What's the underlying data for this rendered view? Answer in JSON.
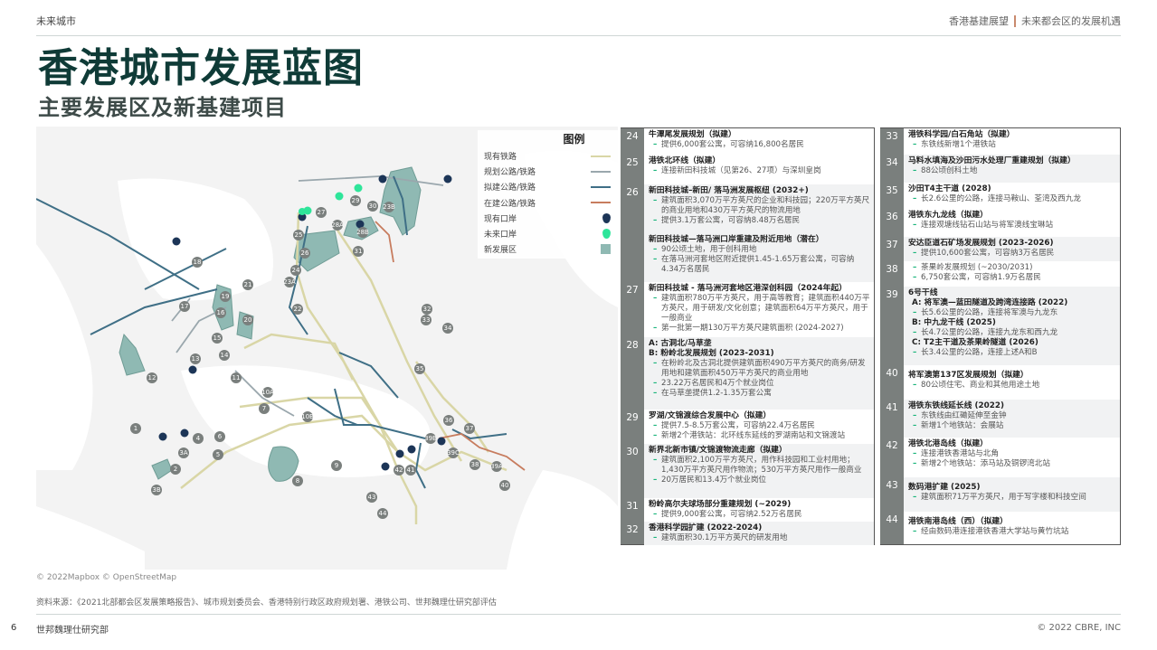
{
  "header": {
    "section": "未来城市",
    "report_title": "香港基建展望",
    "report_subtitle": "未来都会区的发展机遇"
  },
  "page": {
    "title": "香港城市发展蓝图",
    "subtitle": "主要发展区及新基建项目"
  },
  "map": {
    "credit": "© 2022Mapbox © OpenStreetMap",
    "legend": {
      "title": "图例",
      "items": [
        {
          "label": "现有铁路",
          "type": "line",
          "color": "#d9d6a6"
        },
        {
          "label": "规划公路/铁路",
          "type": "line",
          "color": "#9aa7ad"
        },
        {
          "label": "拟建公路/铁路",
          "type": "line",
          "color": "#3f6f86"
        },
        {
          "label": "在建公路/铁路",
          "type": "line",
          "color": "#c77c5e"
        },
        {
          "label": "现有口岸",
          "type": "pin",
          "color": "#1c3557"
        },
        {
          "label": "未来口岸",
          "type": "pin",
          "color": "#2ee59a"
        },
        {
          "label": "新发展区",
          "type": "area",
          "color": "#8fb9b3"
        }
      ]
    },
    "markers": [
      "1",
      "2",
      "3A",
      "3B",
      "4",
      "5",
      "6",
      "7",
      "8",
      "9",
      "10A",
      "10B",
      "11",
      "12",
      "13",
      "14",
      "15",
      "16",
      "17",
      "18",
      "19",
      "20",
      "21",
      "22",
      "23A",
      "23B",
      "24",
      "25",
      "26",
      "27",
      "28A",
      "28B",
      "29",
      "30",
      "31",
      "32",
      "33",
      "34",
      "35",
      "36",
      "37",
      "38",
      "39A",
      "39B",
      "39C",
      "40",
      "41",
      "42",
      "43",
      "44"
    ]
  },
  "projects_col1": [
    {
      "num": "24",
      "title": "牛潭尾发展规划（拟建）",
      "bullets": [
        "提供6,000套公寓，可容纳16,800名居民"
      ]
    },
    {
      "num": "25",
      "title": "港铁北环线（拟建）",
      "bullets": [
        "连接新田科技城（见第26、27项）与深圳皇岗"
      ]
    },
    {
      "num": "26",
      "title": "新田科技城–新田/ 落马洲发展枢纽 (2032+)",
      "bullets": [
        "建筑面积3,070万平方英尺的企业和科技园；220万平方英尺的商业用地和430万平方英尺的物流用地",
        "提供3.1万套公寓，可容纳8.48万名居民"
      ],
      "extra_title": "新田科技城—落马洲口岸重建及附近用地（潜在）",
      "extra_bullets": [
        "90公顷土地，用于创科用地",
        "在落马洲河套地区附近提供1.45-1.65万套公寓，可容纳4.34万名居民"
      ]
    },
    {
      "num": "27",
      "title": "新田科技城 - 落马洲河套地区港深创科园（2024年起）",
      "bullets": [
        "建筑面积780万平方英尺，用于高等教育；建筑面积440万平方英尺，用于研发/文化创意；建筑面积64万平方英尺，用于一般商业",
        "第一批第一期130万平方英尺建筑面积 (2024-2027)"
      ]
    },
    {
      "num": "28",
      "title": "A: 古洞北/马草垄",
      "title2": "B: 粉岭北发展规划 (2023-2031)",
      "bullets": [
        "在粉岭北及古洞北提供建筑面积490万平方英尺的商务/研发用地和建筑面积450万平方英尺的商业用地",
        "23.22万名居民和4万个就业岗位",
        "在马草垄提供1.2-1.35万套公寓"
      ]
    },
    {
      "num": "29",
      "title": "罗湖/文锦渡综合发展中心（拟建）",
      "bullets": [
        "提供7.5-8.5万套公寓，可容纳22.4万名居民",
        "新增2个港铁站：北环线东延线的罗湖南站和文锦渡站"
      ]
    },
    {
      "num": "30",
      "title": "新界北新市镇/文锦渡物流走廊（拟建）",
      "bullets": [
        "建筑面积2,100万平方英尺，用作科技园和工业村用地；1,430万平方英尺用作物流；530万平方英尺用作一般商业",
        "20万居民和13.4万个就业岗位"
      ]
    },
    {
      "num": "31",
      "title": "粉岭高尔夫球场部分重建规划 (~2029)",
      "bullets": [
        "提供9,000套公寓，可容纳2.52万名居民"
      ]
    },
    {
      "num": "32",
      "title": "香港科学园扩建 (2022-2024)",
      "bullets": [
        "建筑面积30.1万平方英尺的研发用地"
      ]
    }
  ],
  "projects_col2": [
    {
      "num": "33",
      "title": "港铁科学园/白石角站（拟建）",
      "bullets": [
        "东铁线新增1个港铁站"
      ]
    },
    {
      "num": "34",
      "title": "马料水填海及沙田污水处理厂重建规划（拟建）",
      "bullets": [
        "88公顷创科土地"
      ]
    },
    {
      "num": "35",
      "title": "沙田T4主干道 (2028)",
      "bullets": [
        "长2.6公里的公路，连接马鞍山、荃湾及西九龙"
      ]
    },
    {
      "num": "36",
      "title": "港铁东九龙线（拟建）",
      "bullets": [
        "连接观塘线钻石山站与将军澳线宝琳站"
      ]
    },
    {
      "num": "37",
      "title": "安达臣道石矿场发展规划 (2023-2026)",
      "bullets": [
        "提供10,600套公寓，可容纳3万名居民"
      ]
    },
    {
      "num": "38",
      "title": "",
      "bullets": [
        "茶果岭发展规划 (~2030/2031)",
        "6,750套公寓，可容纳1.9万名居民"
      ]
    },
    {
      "num": "39",
      "title": "6号干线",
      "subs": [
        {
          "title": "A: 将军澳—蓝田隧道及跨湾连接路 (2022)",
          "bullet": "长5.6公里的公路，连接将军澳与九龙东"
        },
        {
          "title": "B: 中九龙干线 (2025)",
          "bullet": "长4.7公里的公路，连接九龙东和西九龙"
        },
        {
          "title": "C: T2主干道及茶果岭隧道 (2026)",
          "bullet": "长3.4公里的公路，连接上述A和B"
        }
      ]
    },
    {
      "num": "40",
      "title": "将军澳第137区发展规划（拟建）",
      "bullets": [
        "80公顷住宅、商业和其他用途土地"
      ]
    },
    {
      "num": "41",
      "title": "港铁东铁线延长线 (2022)",
      "bullets": [
        "东铁线由红磡延伸至金钟",
        "新增1个地铁站：会展站"
      ]
    },
    {
      "num": "42",
      "title": "港铁北港岛线（拟建）",
      "bullets": [
        "连接港铁香港站与北角",
        "新增2个地铁站：添马站及铜锣湾北站"
      ]
    },
    {
      "num": "43",
      "title": "数码港扩建 (2025)",
      "bullets": [
        "建筑面积71万平方英尺，用于写字楼和科技空间"
      ]
    },
    {
      "num": "44",
      "title": "港铁南港岛线（西）（拟建）",
      "bullets": [
        "经由数码港连接港铁香港大学站与黄竹坑站"
      ]
    }
  ],
  "footer": {
    "source": "资料来源：《2021北部都会区发展策略报告》、城市规划委员会、香港特别行政区政府规划署、港铁公司、世邦魏理仕研究部评估",
    "page_number": "6",
    "org": "世邦魏理仕研究部",
    "copyright": "© 2022 CBRE, INC"
  }
}
